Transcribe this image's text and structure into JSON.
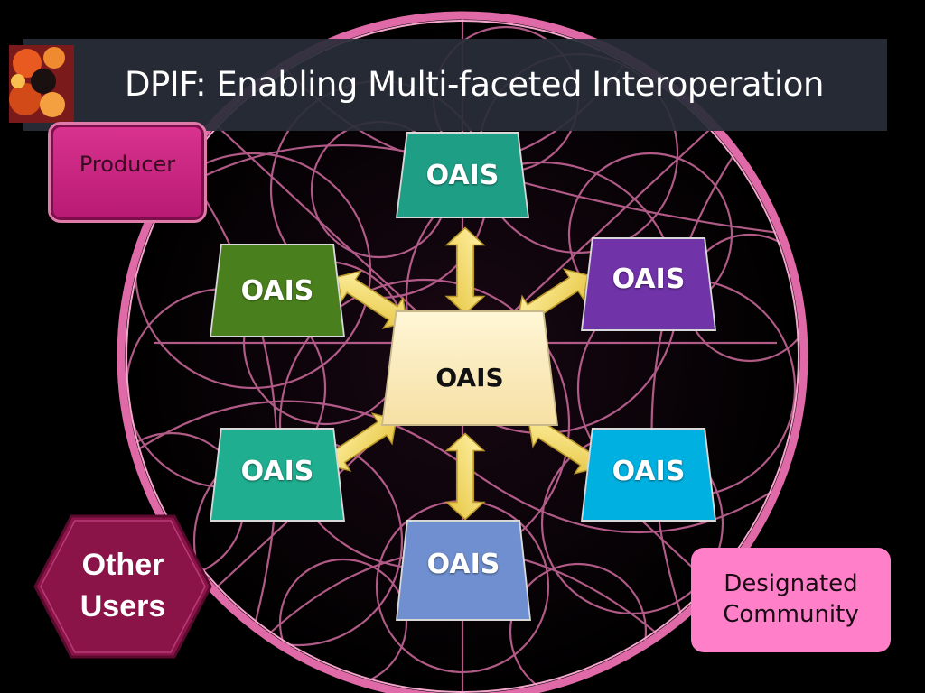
{
  "title": "DPIF: Enabling Multi-faceted Interoperation",
  "producer": {
    "label": "Producer"
  },
  "designated_community": {
    "label_line1": "Designated",
    "label_line2": "Community"
  },
  "other_users": {
    "label_line1": "Other",
    "label_line2": "Users"
  },
  "nodes": {
    "center": {
      "label": "OAIS",
      "color": "#fbeec2"
    },
    "top": {
      "label": "OAIS",
      "color": "#1f9e86"
    },
    "upper_left": {
      "label": "OAIS",
      "color": "#4a7f1e"
    },
    "upper_right": {
      "label": "OAIS",
      "color": "#7033a8"
    },
    "lower_left": {
      "label": "OAIS",
      "color": "#1fae90"
    },
    "lower_right": {
      "label": "OAIS",
      "color": "#00b0e0"
    },
    "bottom": {
      "label": "OAIS",
      "color": "#6f8fd0"
    }
  },
  "colors": {
    "background": "#000000",
    "ring": "#e06aa8",
    "web": "#d4669e",
    "arrow": "#f3de6e",
    "producer": "#c62480",
    "designated": "#ff7fc8",
    "other_users": "#8a1448"
  }
}
